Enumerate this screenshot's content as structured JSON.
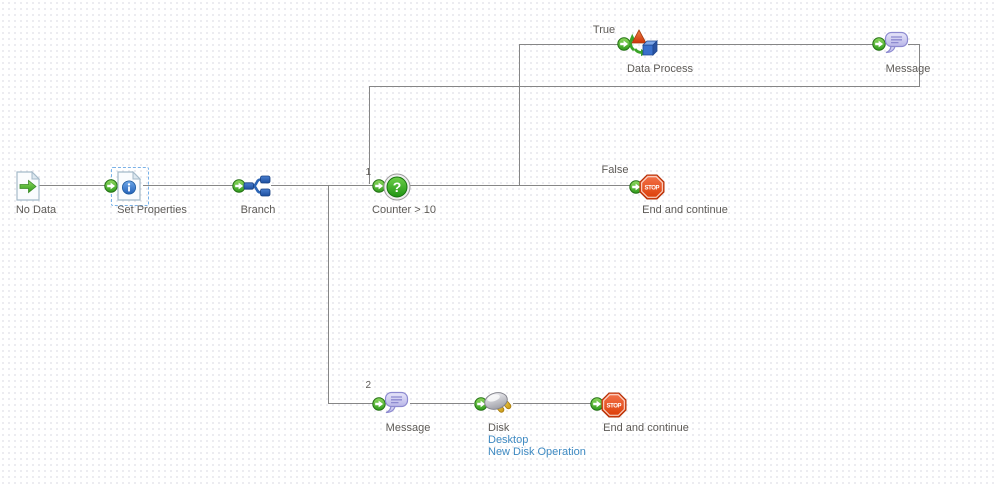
{
  "canvas": {
    "background": "#ffffff",
    "grid_dot_color": "#dcdce4",
    "edge_color": "#868686",
    "label_color": "#5d5a56",
    "link_color": "#3e8ac2"
  },
  "edge_labels": {
    "true": "True",
    "false": "False",
    "port1": "1",
    "port2": "2"
  },
  "nodes": {
    "no_data": {
      "label": "No Data"
    },
    "set_properties": {
      "label": "Set Properties",
      "selected": true
    },
    "branch": {
      "label": "Branch"
    },
    "counter": {
      "label": "Counter > 10"
    },
    "data_process": {
      "label": "Data Process"
    },
    "message_top": {
      "label": "Message"
    },
    "end_top": {
      "label": "End and continue"
    },
    "message_bottom": {
      "label": "Message"
    },
    "disk": {
      "label": "Disk",
      "links": [
        "Desktop",
        "New Disk Operation"
      ]
    },
    "end_bottom": {
      "label": "End and continue"
    }
  },
  "icon_text": {
    "stop": "STOP"
  }
}
